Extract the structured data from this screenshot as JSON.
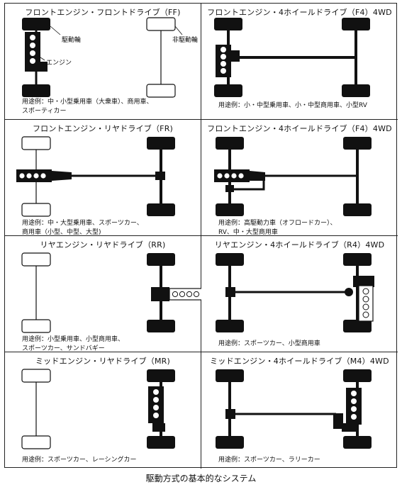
{
  "caption": "駆動方式の基本的なシステム",
  "layouts": [
    {
      "title": "フロントエンジン・フロントドライブ（FF)",
      "usage": "用途例：中・小型乗用車（大衆車）、商用車、\nスポーティカー",
      "labels": {
        "driven": "駆動輪",
        "non_driven": "非駆動輪",
        "engine": "エンジン"
      }
    },
    {
      "title": "フロントエンジン・4ホイールドライブ（F4）4WD",
      "usage": "用途例：小・中型乗用車、小・中型商用車、小型RV"
    },
    {
      "title": "フロントエンジン・リヤドライブ（FR)",
      "usage": "用途例：中・大型乗用車、スポーツカー、\n商用車（小型、中型、大型)"
    },
    {
      "title": "フロントエンジン・4ホイールドライブ（F4）4WD",
      "usage": "用途例：高駆動力車（オフロードカー）、\nRV、中・大型商用車"
    },
    {
      "title": "リヤエンジン・リヤドライブ（RR)",
      "usage": "用途例：小型乗用車、小型商用車、\nスポーツカー、サンドバギー"
    },
    {
      "title": "リヤエンジン・4ホイールドライブ（R4）4WD",
      "usage": "用途例：スポーツカー、小型商用車"
    },
    {
      "title": "ミッドエンジン・リヤドライブ（MR)",
      "usage": "用途例：スポーツカー、レーシングカー"
    },
    {
      "title": "ミッドエンジン・4ホイールドライブ（M4）4WD",
      "usage": "用途例：スポーツカー、ラリーカー"
    }
  ]
}
